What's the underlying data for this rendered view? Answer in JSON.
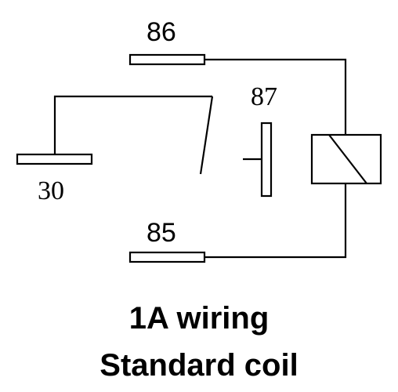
{
  "terminals": {
    "t86": "86",
    "t87": "87",
    "t30": "30",
    "t85": "85"
  },
  "caption": {
    "line1": "1A wiring",
    "line2": "Standard coil"
  }
}
